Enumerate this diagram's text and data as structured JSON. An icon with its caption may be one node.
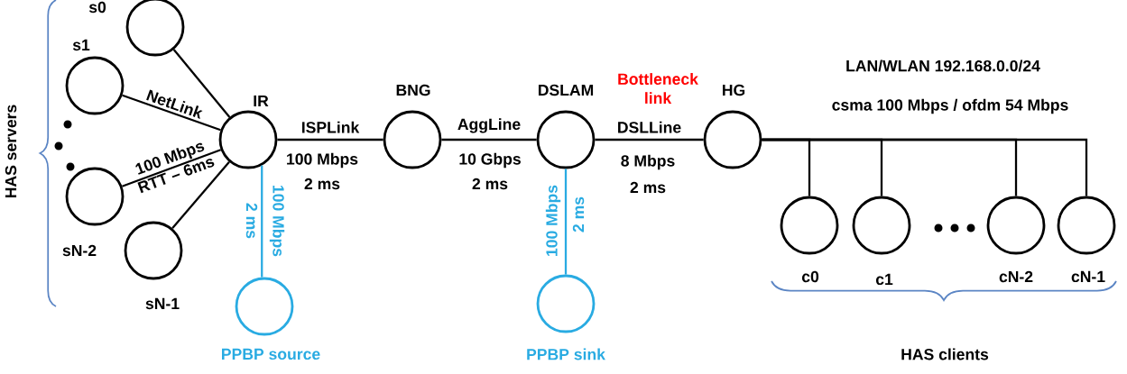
{
  "diagram": {
    "nodes": [
      {
        "text": [],
        "shape": "circle",
        "beside": [
          "s0"
        ]
      },
      {
        "text": [],
        "shape": "circle",
        "beside": [
          "s1"
        ]
      },
      {
        "text": [],
        "shape": "circle",
        "beside": [
          "sN-2"
        ]
      },
      {
        "text": [],
        "shape": "circle",
        "beside": [
          "sN-1"
        ]
      },
      {
        "text": [],
        "shape": "circle",
        "beside": [
          "IR"
        ]
      },
      {
        "text": [],
        "shape": "circle",
        "beside": [
          "BNG"
        ]
      },
      {
        "text": [],
        "shape": "circle",
        "beside": [
          "DSLAM"
        ]
      },
      {
        "text": [],
        "shape": "circle",
        "beside": [
          "HG"
        ]
      },
      {
        "text": [],
        "shape": "circle",
        "beside": [
          "PPBP source"
        ]
      },
      {
        "text": [],
        "shape": "circle",
        "beside": [
          "PPBP sink"
        ]
      },
      {
        "text": [],
        "shape": "circle",
        "beside": [
          "c0"
        ]
      },
      {
        "text": [],
        "shape": "circle",
        "beside": [
          "c1"
        ]
      },
      {
        "text": [],
        "shape": "circle",
        "beside": [
          "cN-2"
        ]
      },
      {
        "text": [],
        "shape": "circle",
        "beside": [
          "cN-1"
        ]
      }
    ],
    "edges": [
      {
        "from": 0,
        "to": 4,
        "arrow": "none"
      },
      {
        "from": 1,
        "to": 4,
        "arrow": "none",
        "label": "NetLink"
      },
      {
        "from": 2,
        "to": 4,
        "arrow": "none",
        "label": "100 Mbps"
      },
      {
        "from": 3,
        "to": 4,
        "arrow": "none"
      },
      {
        "from": 4,
        "to": 5,
        "arrow": "none",
        "label": "ISPLink"
      },
      {
        "from": 5,
        "to": 6,
        "arrow": "none",
        "label": "AggLine"
      },
      {
        "from": 6,
        "to": 7,
        "arrow": "none",
        "label": "DSLLine"
      },
      {
        "from": 4,
        "to": 8,
        "arrow": "none",
        "color": "#29abe2"
      },
      {
        "from": 6,
        "to": 9,
        "arrow": "none",
        "color": "#29abe2"
      },
      {
        "from": 7,
        "to": 10,
        "arrow": "none"
      },
      {
        "from": 7,
        "to": 11,
        "arrow": "none"
      },
      {
        "from": 7,
        "to": 12,
        "arrow": "none"
      },
      {
        "from": 7,
        "to": 13,
        "arrow": "none"
      }
    ],
    "labels": [
      "RTT – 6ms",
      "100 Mbps",
      "2 ms",
      "10 Gbps",
      "2 ms",
      "Bottleneck link",
      "8 Mbps",
      "2 ms",
      "100 Mbps",
      "2 ms",
      "100 Mbps",
      "2 ms",
      "LAN/WLAN 192.168.0.0/24",
      "csma 100 Mbps / ofdm 54 Mbps",
      "HAS servers",
      "HAS clients"
    ]
  }
}
